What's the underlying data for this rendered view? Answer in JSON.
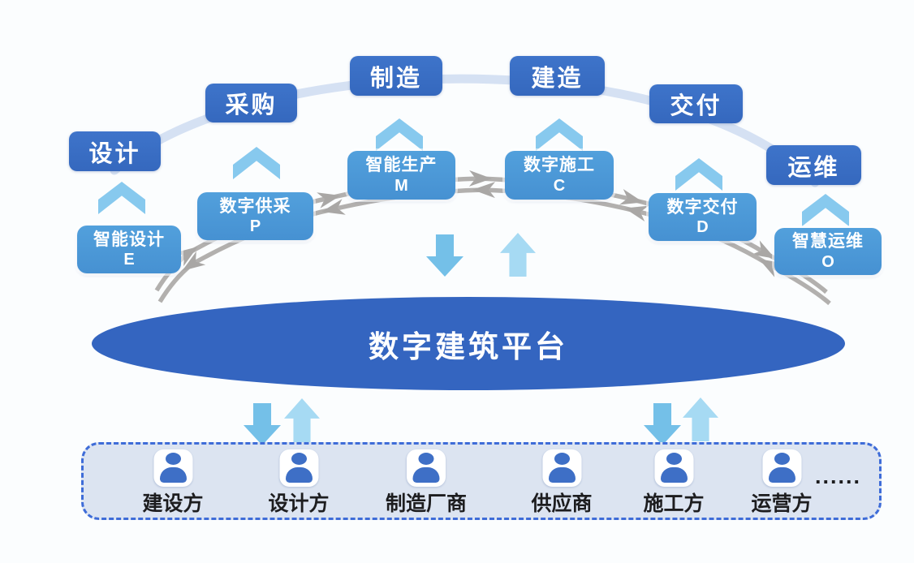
{
  "diagram": {
    "title": "数字建筑平台 lifecycle diagram",
    "chain": {
      "stages": [
        {
          "phase": "设计",
          "digital": "智能设计",
          "letter": "E"
        },
        {
          "phase": "采购",
          "digital": "数字供采",
          "letter": "P"
        },
        {
          "phase": "制造",
          "digital": "智能生产",
          "letter": "M"
        },
        {
          "phase": "建造",
          "digital": "数字施工",
          "letter": "C"
        },
        {
          "phase": "交付",
          "digital": "数字交付",
          "letter": "D"
        },
        {
          "phase": "运维",
          "digital": "智慧运维",
          "letter": "O"
        }
      ]
    },
    "platform": {
      "label": "数字建筑平台"
    },
    "stakeholders": {
      "items": [
        {
          "label": "建设方"
        },
        {
          "label": "设计方"
        },
        {
          "label": "制造厂商"
        },
        {
          "label": "供应商"
        },
        {
          "label": "施工方"
        },
        {
          "label": "运营方"
        }
      ],
      "ellipsis": "......"
    },
    "colors": {
      "phase_box": "#3a70c6",
      "digital_box": "#4b96d6",
      "platform_ellipse": "#3465c0",
      "chevron": "#87c9ee",
      "arrow_down": "#74c0e8",
      "arrow_up": "#a6daf3",
      "gray_arrow": "#adaba9",
      "light_arc": "#d5e1f3",
      "panel_fill": "#dce4f1",
      "panel_border": "#3e6cd8",
      "person_icon": "#3e6fc6",
      "label_text": "#1d1d1f"
    }
  }
}
